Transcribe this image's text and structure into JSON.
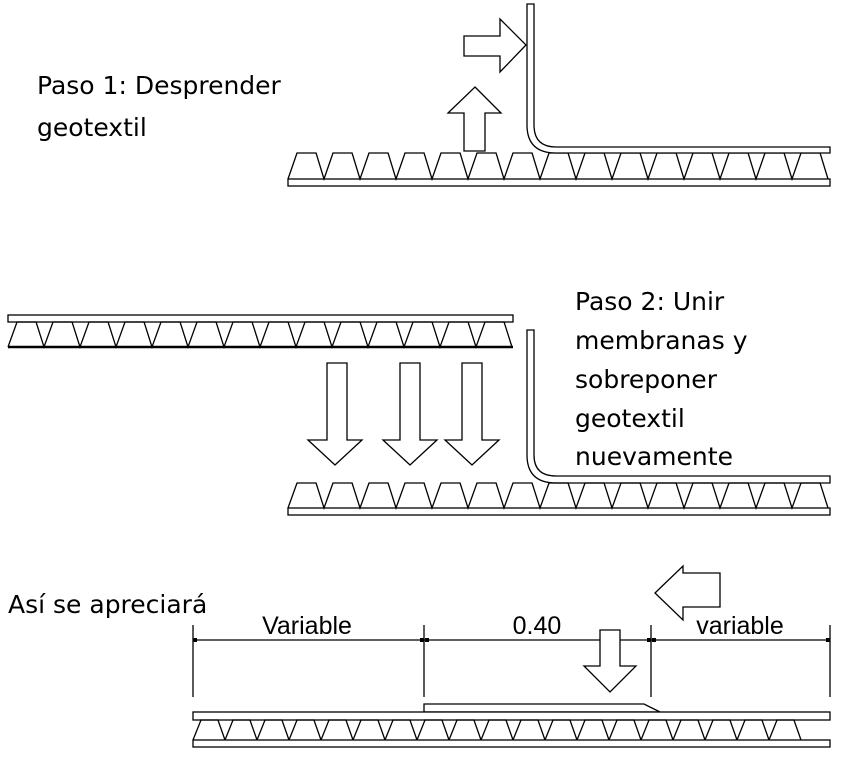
{
  "step1": {
    "lines": [
      "Paso 1: Desprender",
      "geotextil"
    ]
  },
  "step2": {
    "lines": [
      "Paso 2: Unir",
      "membranas y",
      "sobreponer",
      "geotextil",
      "nuevamente"
    ]
  },
  "step3": {
    "label": "Así se apreciará",
    "dimensions": [
      "Variable",
      "0.40",
      "variable"
    ]
  }
}
